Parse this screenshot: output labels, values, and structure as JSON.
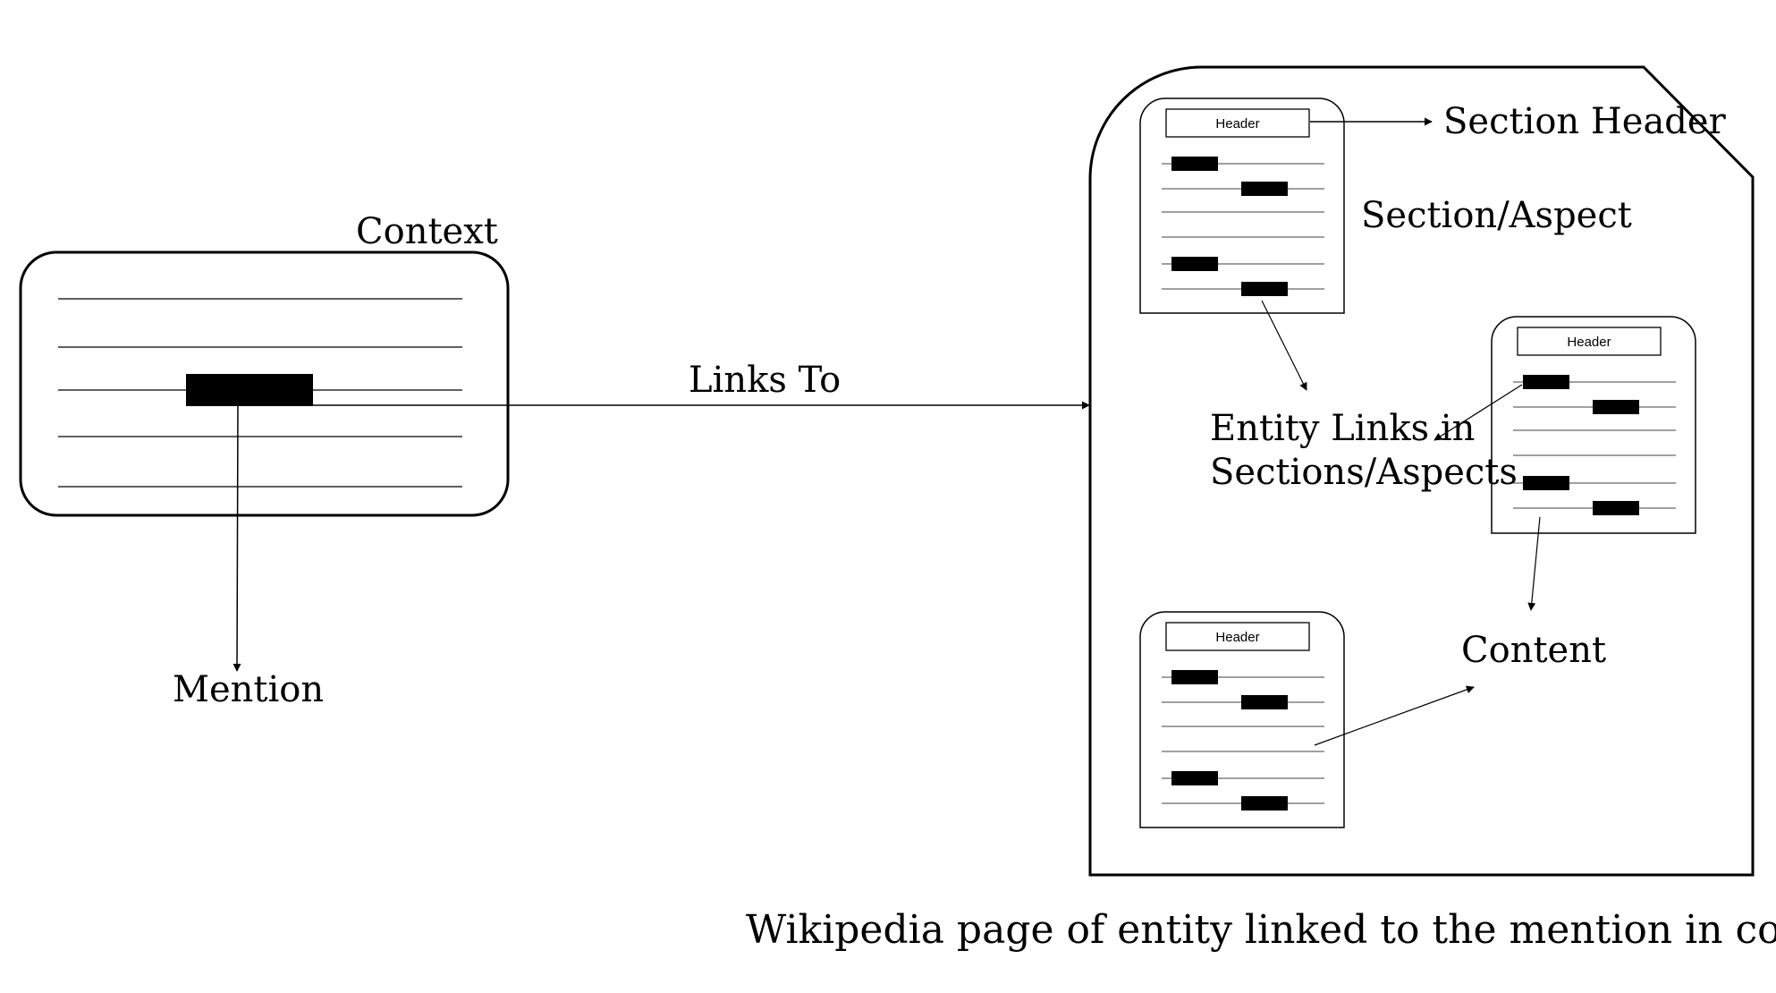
{
  "diagram": {
    "context_label": "Context",
    "mention_label": "Mention",
    "links_to_label": "Links To",
    "section_header_label": "Section Header",
    "section_aspect_label": "Section/Aspect",
    "entity_links_line1": "Entity Links in",
    "entity_links_line2": "Sections/Aspects",
    "content_label": "Content",
    "caption": "Wikipedia page of entity linked to the mention in context",
    "section_cards": [
      {
        "header": "Header"
      },
      {
        "header": "Header"
      },
      {
        "header": "Header"
      }
    ]
  }
}
